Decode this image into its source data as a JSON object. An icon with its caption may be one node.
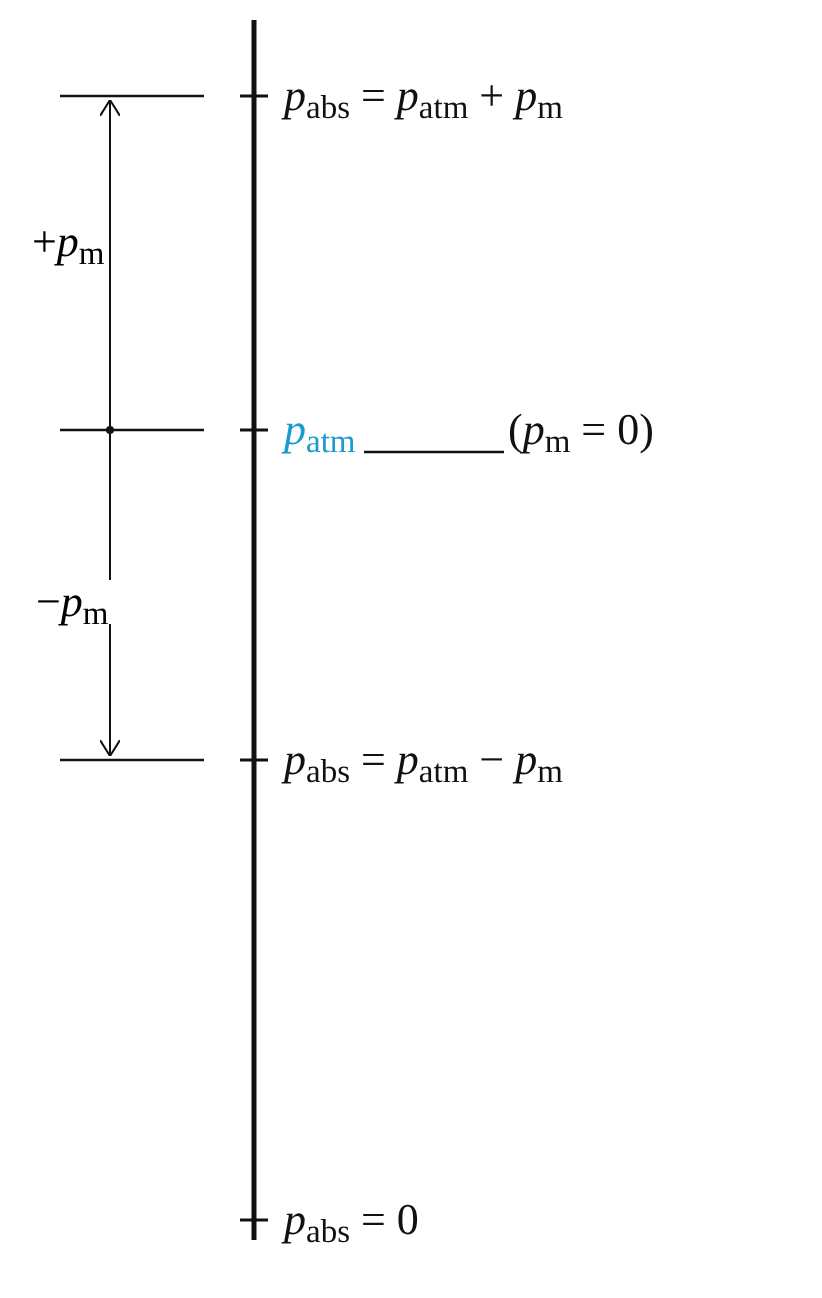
{
  "diagram": {
    "nodes": [
      {
        "text": [
          "*p*$_{abs}$ = *p*$_{atm}$ + *p*$_{m}$"
        ]
      },
      {
        "text": [
          "*p*$_{atm}$"
        ]
      },
      {
        "text": [
          "(*p*$_{m}$ = 0)"
        ]
      },
      {
        "text": [
          "*p*$_{abs}$ = *p*$_{atm}$ − *p*$_{m}$"
        ]
      },
      {
        "text": [
          "*p*$_{abs}$ = 0"
        ]
      }
    ],
    "edges": [
      {
        "from": 2,
        "to": 1,
        "arrow": "none"
      }
    ],
    "labels": [
      "+*p*$_{m}$",
      "−*p*$_{m}$"
    ]
  }
}
